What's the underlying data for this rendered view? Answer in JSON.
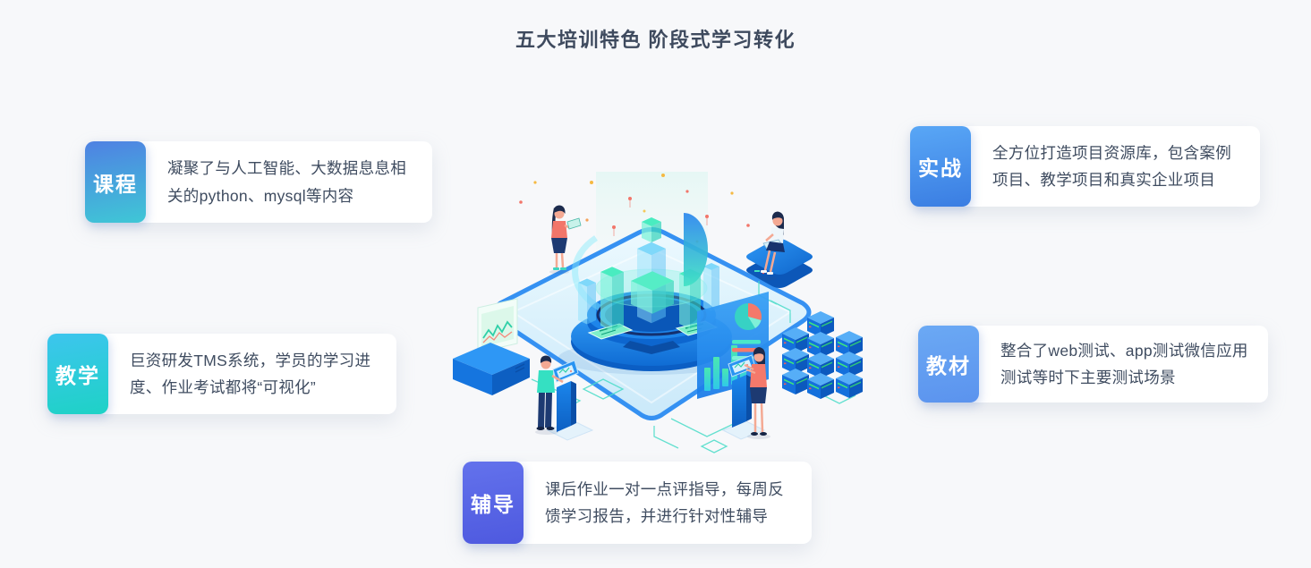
{
  "page": {
    "title": "五大培训特色 阶段式学习转化"
  },
  "colors": {
    "background": "#f7f8fa",
    "title_text": "#3e4a5e",
    "card_text": "#3f4c60",
    "card_background": "#ffffff",
    "illustration_blue": "#2f8ef2",
    "illustration_teal": "#3fe0c4",
    "illustration_coral": "#f2766a",
    "illustration_orange": "#f5b942"
  },
  "features": [
    {
      "id": "course",
      "label": "课程",
      "description": "凝聚了与人工智能、大数据息息相关的python、mysql等内容",
      "badge_gradient": [
        "#4f81e3",
        "#3fc7d6"
      ]
    },
    {
      "id": "practice",
      "label": "实战",
      "description": "全方位打造项目资源库，包含案例项目、教学项目和真实企业项目",
      "badge_gradient": [
        "#59a7f6",
        "#3a7de2"
      ]
    },
    {
      "id": "teaching",
      "label": "教学",
      "description": "巨资研发TMS系统，学员的学习进度、作业考试都将“可视化”",
      "badge_gradient": [
        "#3dc5ee",
        "#1ed2c6"
      ]
    },
    {
      "id": "textbook",
      "label": "教材",
      "description": "整合了web测试、app测试微信应用测试等时下主要测试场景",
      "badge_gradient": [
        "#6ba9f4",
        "#5b93ee"
      ]
    },
    {
      "id": "tutoring",
      "label": "辅导",
      "description": "课后作业一对一点评指导，每周反馈学习报告，并进行针对性辅导",
      "badge_gradient": [
        "#6372ec",
        "#4e59df"
      ]
    }
  ],
  "illustration": {
    "name": "isometric-data-platform-scene",
    "parts": [
      "light-beam",
      "confetti-dots",
      "diamond-platform",
      "hologram-pedestal",
      "hologram-bar-chart",
      "hologram-arc",
      "line-chart-monitor",
      "analytics-dashboard-panel",
      "server-racks",
      "standing-woman",
      "sitting-woman",
      "man-at-kiosk",
      "woman-at-kiosk",
      "circuit-lines"
    ]
  }
}
